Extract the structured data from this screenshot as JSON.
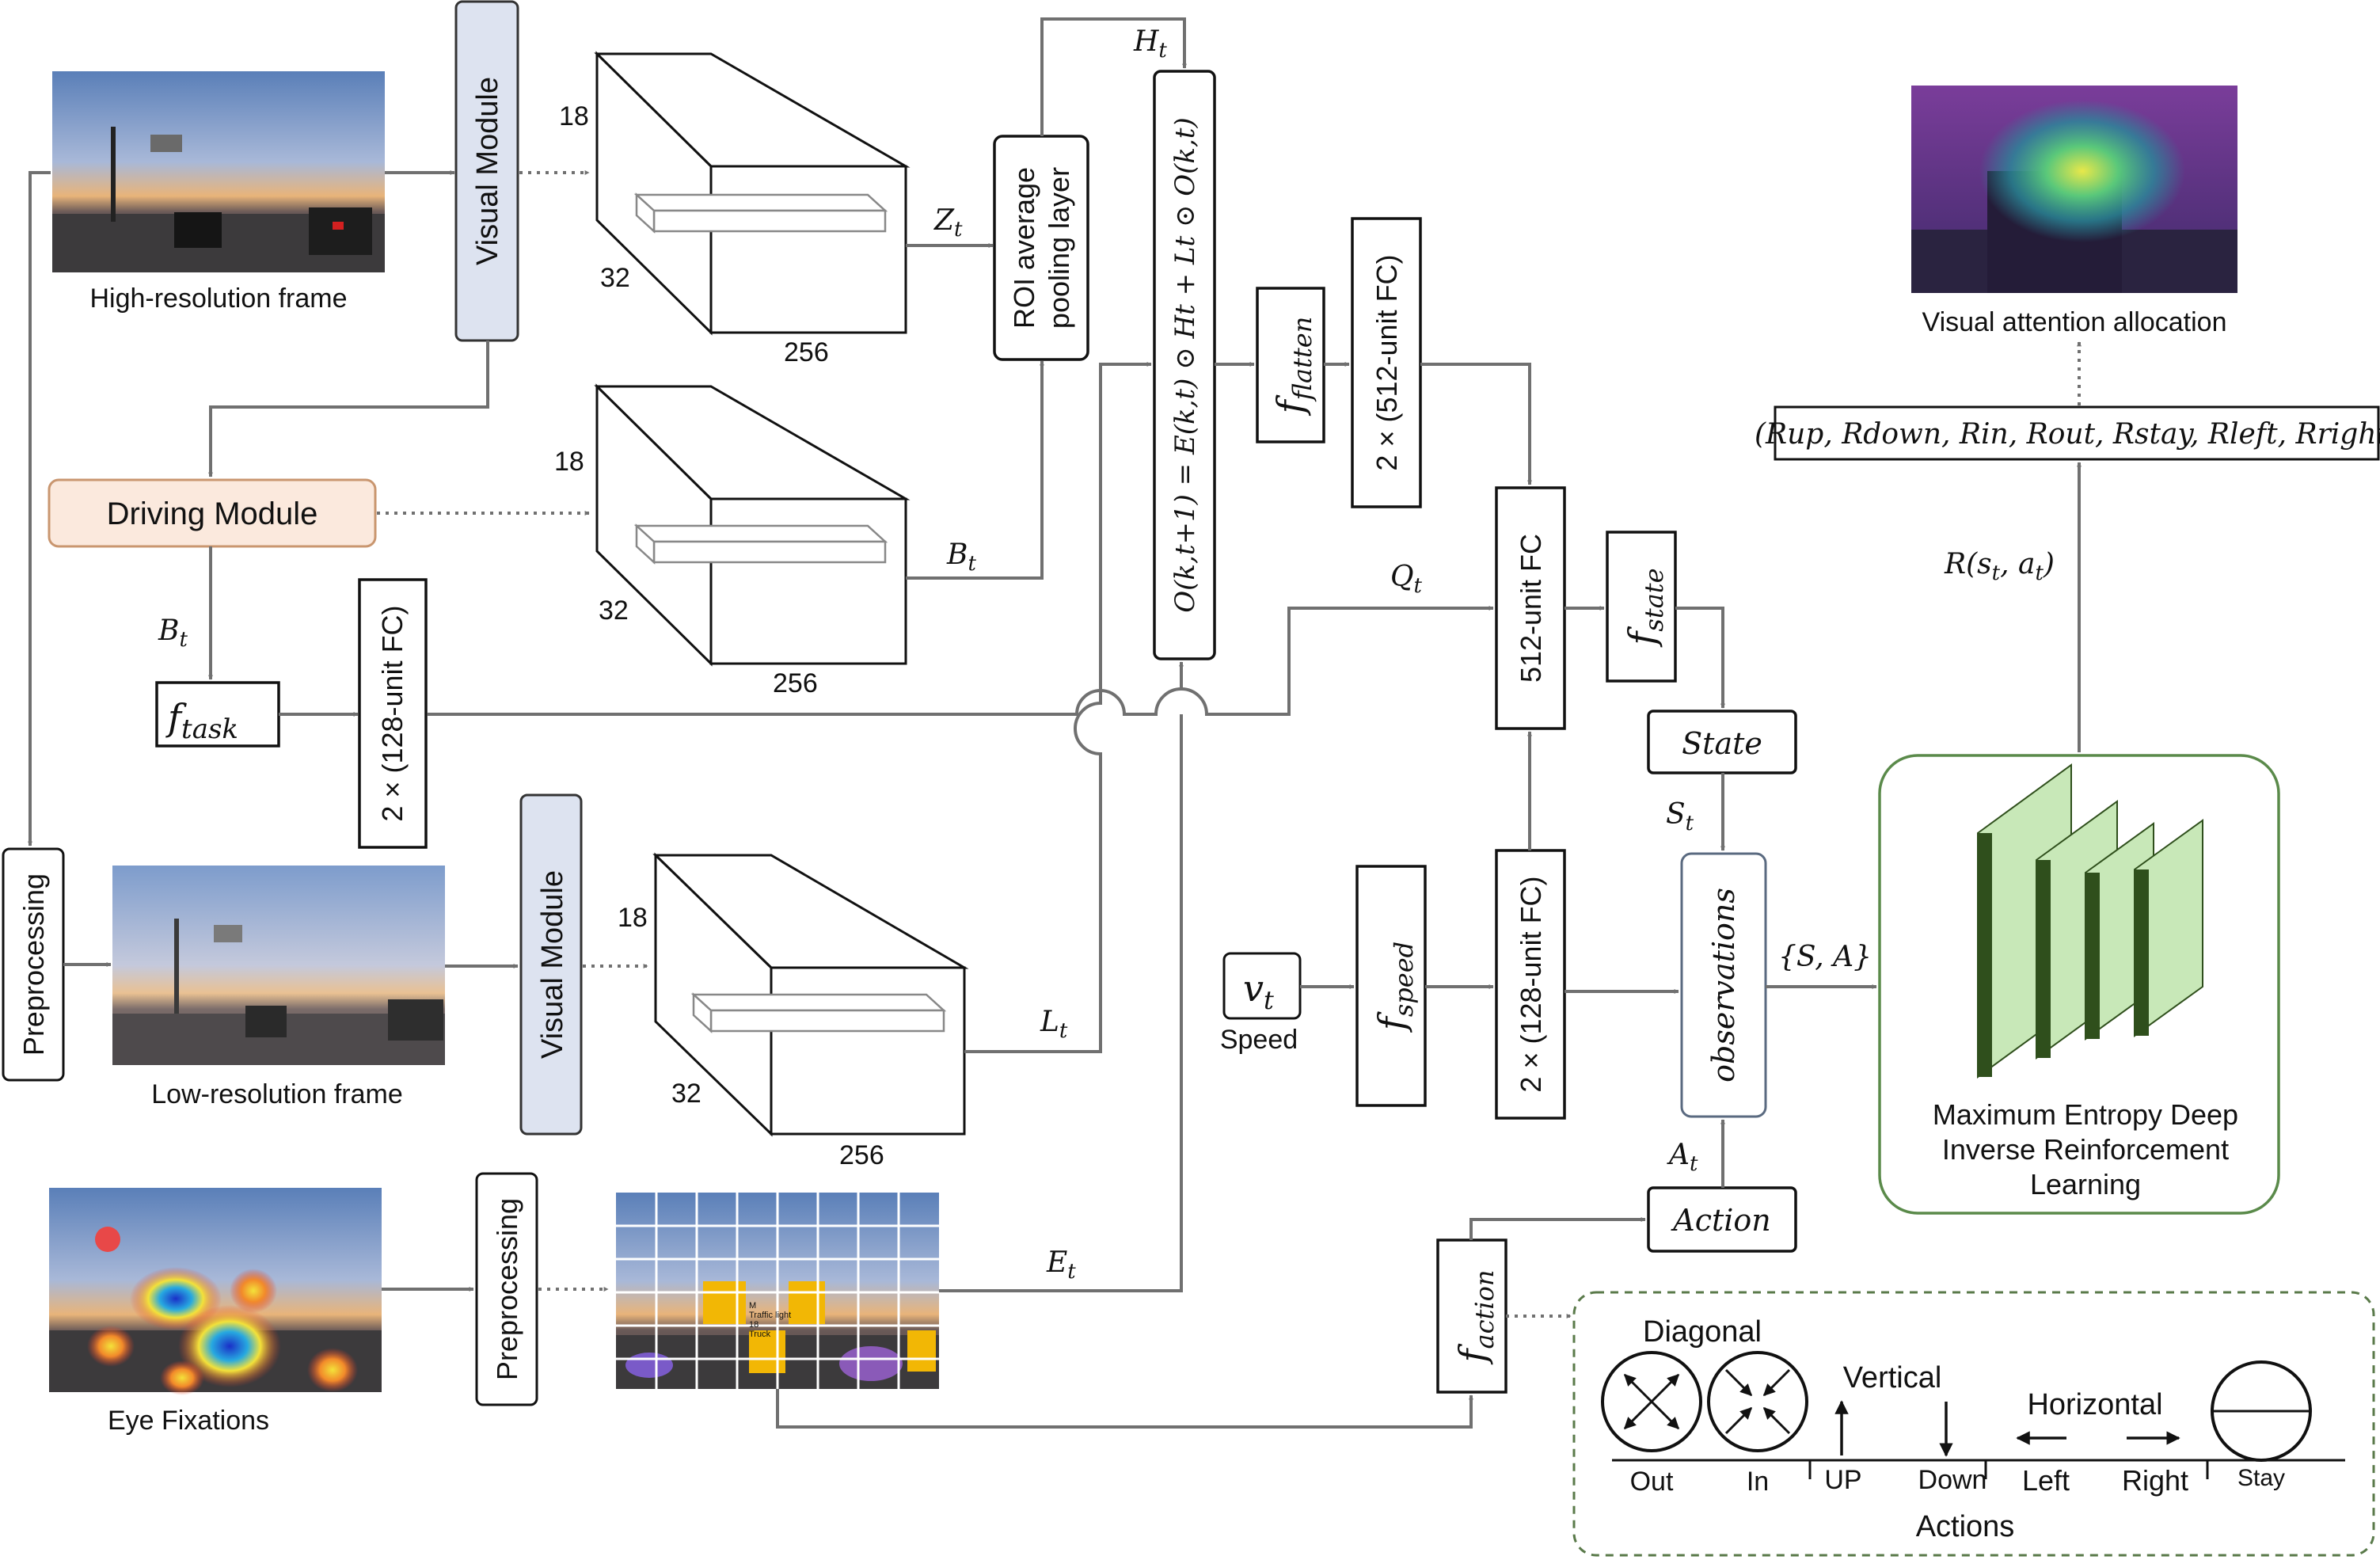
{
  "images": {
    "high_res": "High-resolution frame",
    "low_res": "Low-resolution frame",
    "eye": "Eye Fixations",
    "attention": "Visual attention allocation"
  },
  "modules": {
    "visual_top": "Visual Module",
    "visual_bottom": "Visual Module",
    "driving": "Driving Module",
    "preprocess_left": "Preprocessing",
    "preprocess_eye": "Preprocessing",
    "roi": [
      "ROI average",
      "pooling layer"
    ]
  },
  "cubes": [
    {
      "h": "18",
      "d": "32",
      "w": "256"
    },
    {
      "h": "18",
      "d": "32",
      "w": "256"
    },
    {
      "h": "18",
      "d": "32",
      "w": "256"
    }
  ],
  "fc": {
    "fc512x2": "2 × (512-unit FC)",
    "fc512": "512-unit FC",
    "fc128_task": "2 × (128-unit FC)",
    "fc128_speed": "2 × (128-unit FC)"
  },
  "functions": {
    "task": "f",
    "task_sub": "task",
    "flatten": "f",
    "flatten_sub": "flatten",
    "state": "f",
    "state_sub": "state",
    "speed": "f",
    "speed_sub": "speed",
    "action": "f",
    "action_sub": "action"
  },
  "formula": "O(k,t+1) = E(k,t) ⊙ Ht + Lt ⊙ O(k,t)",
  "signals": {
    "H": "H",
    "H_sub": "t",
    "Z": "Z",
    "Z_sub": "t",
    "B": "B",
    "B_sub": "t",
    "B2": "B",
    "B2_sub": "t",
    "L": "L",
    "L_sub": "t",
    "E": "E",
    "E_sub": "t",
    "Q": "Q",
    "Q_sub": "t",
    "S": "S",
    "S_sub": "t",
    "A": "A",
    "A_sub": "t",
    "SA": "{S, A}",
    "R": "R(s",
    "R_sub": "t",
    "R_mid": ", a",
    "R_sub2": "t",
    "R_end": ")"
  },
  "speed": {
    "v": "v",
    "v_sub": "t",
    "label": "Speed"
  },
  "state_label": "State",
  "action_label": "Action",
  "observations": "observations",
  "rewards": "(Rup, Rdown, Rin, Rout, Rstay, Rleft, Rright)",
  "irl": [
    "Maximum Entropy Deep",
    "Inverse Reinforcement",
    "Learning"
  ],
  "grid_text": [
    "M",
    "Traffic light",
    "18",
    "Truck"
  ],
  "actions": {
    "diagonal": "Diagonal",
    "vertical": "Vertical",
    "horizontal": "Horizontal",
    "out": "Out",
    "in": "In",
    "up": "UP",
    "down": "Down",
    "left": "Left",
    "right": "Right",
    "stay": "Stay",
    "title": "Actions"
  },
  "colors": {
    "visual_module": "#dde3f0",
    "driving_module": "#fbe9dd",
    "driving_border": "#c9966f",
    "irl_border": "#5a8a4a",
    "layer_green": "#c8e8b8",
    "layer_dark": "#2f4f1c",
    "grid_yellow": "#f2b705"
  }
}
